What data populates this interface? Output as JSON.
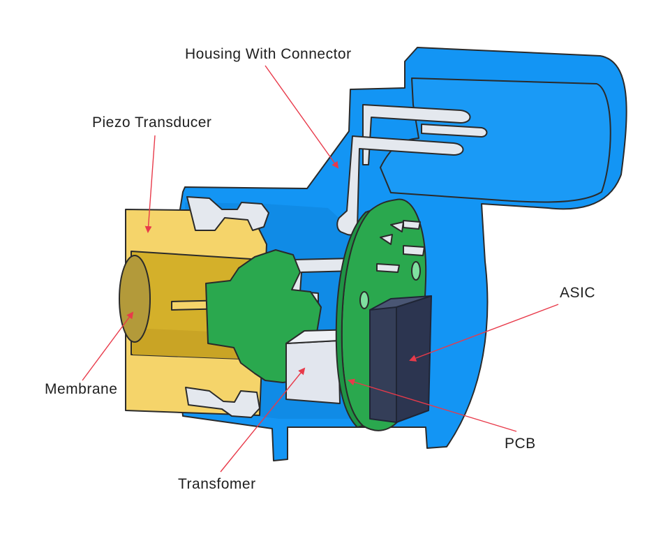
{
  "labels": {
    "housing": "Housing With Connector",
    "piezo": "Piezo Transducer",
    "asic": "ASIC",
    "membrane": "Membrane",
    "pcb": "PCB",
    "transformer": "Transfomer"
  },
  "colors": {
    "housing": "#1395f4",
    "outline": "#2a2a2a",
    "piezo_light": "#f5d46a",
    "piezo_dark": "#d4b02a",
    "membrane": "#b39a3a",
    "pcb": "#2aa84e",
    "asic": "#343e58",
    "transformer": "#e2e6ee",
    "metal": "#e4e8ee",
    "leader": "#e83a4a"
  }
}
